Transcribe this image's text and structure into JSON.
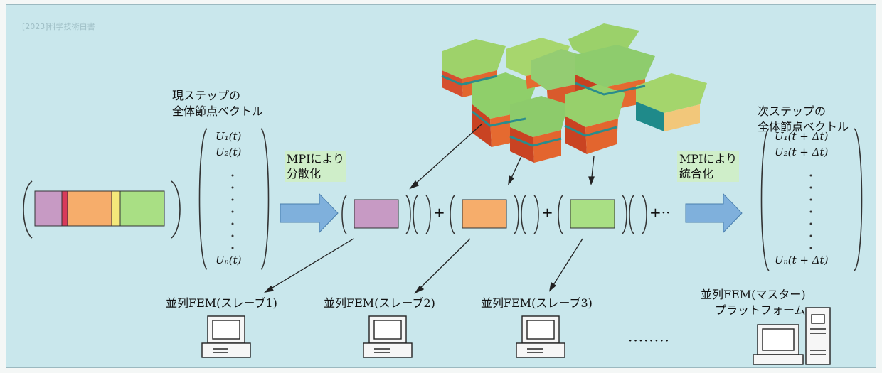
{
  "stamp": "[2023]科学技術白書",
  "labels": {
    "current_vector_title_1": "現ステップの",
    "current_vector_title_2": "全体節点ベクトル",
    "next_vector_title_1": "次ステップの",
    "next_vector_title_2": "全体節点ベクトル",
    "mpi_scatter_1": "MPIにより",
    "mpi_scatter_2": "分散化",
    "mpi_gather_1": "MPIにより",
    "mpi_gather_2": "統合化",
    "plus_1": "+",
    "plus_2": "+",
    "plus_more": "+··",
    "slave_1": "並列FEM(スレーブ1)",
    "slave_2": "並列FEM(スレーブ2)",
    "slave_3": "並列FEM(スレーブ3)",
    "master_1": "並列FEM(マスター)",
    "master_2": "プラットフォーム",
    "ellipsis": "········"
  },
  "current_vector": {
    "u1": "U₁(t)",
    "u2": "U₂(t)",
    "un": "Uₙ(t)"
  },
  "next_vector": {
    "u1": "U₁(t + Δt)",
    "u2": "U₂(t + Δt)",
    "un": "Uₙ(t + Δt)"
  },
  "colors": {
    "panel_bg": "#c9e7ec",
    "segment_purple": "#c79ac4",
    "segment_red": "#d83a5a",
    "segment_orange": "#f6ad6b",
    "segment_yellow": "#f4e87a",
    "segment_green": "#a9df84",
    "arrow_blue": "#7fb0dc",
    "label_bg_green": "#cfeec9"
  }
}
